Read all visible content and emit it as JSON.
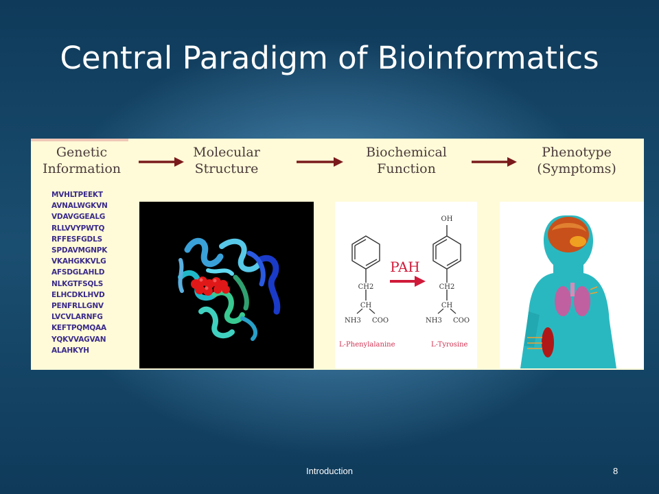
{
  "slide": {
    "title": "Central Paradigm of Bioinformatics",
    "footer_text": "Introduction",
    "page_number": "8"
  },
  "figure": {
    "stages": [
      {
        "line1": "Genetic",
        "line2": "Information"
      },
      {
        "line1": "Molecular",
        "line2": "Structure"
      },
      {
        "line1": "Biochemical",
        "line2": "Function"
      },
      {
        "line1": "Phenotype",
        "line2": "(Symptoms)"
      }
    ],
    "sequence": [
      "MVHLTPEEKT",
      "AVNALWGKVN",
      "VDAVGGEALG",
      "RLLVVYPWTQ",
      "RFFESFGDLS",
      "SPDAVMGNPK",
      "VKAHGKKVLG",
      "AFSDGLAHLD",
      "NLKGTFSQLS",
      "ELHCDKLHVD",
      "PENFRLLGNV",
      "LVCVLARNFG",
      "KEFTPQMQAA",
      "YQKVVAGVAN",
      "ALAHKYH"
    ],
    "chemistry": {
      "enzyme": "PAH",
      "substrate_label": "L-Phenylalanine",
      "product_label": "L-Tyrosine",
      "hydroxyl": "OH",
      "ch2": "CH2",
      "ch": "CH",
      "amine": "NH3",
      "carboxyl": "COO"
    },
    "colors": {
      "figure_bg": "#fffbd8",
      "arrow": "#7a1a1a",
      "enzyme_arrow": "#d01a3a",
      "label_text": "#4a3a3a",
      "sequence_text": "#3a2a8a"
    }
  }
}
